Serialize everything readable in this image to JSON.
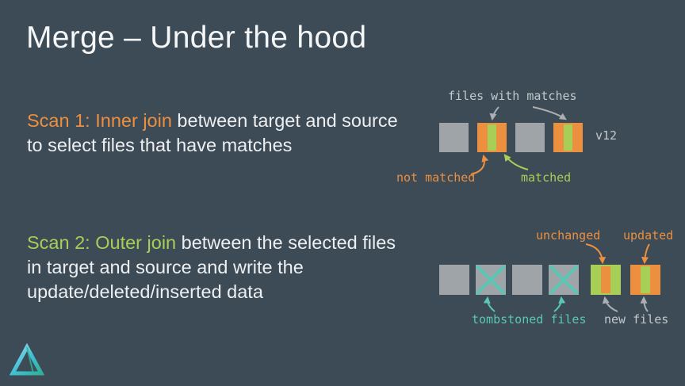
{
  "slide": {
    "title": "Merge – Under the hood"
  },
  "scan1": {
    "highlight": "Scan 1: Inner join",
    "rest": " between target and source to select files that have matches"
  },
  "scan2": {
    "highlight": "Scan 2: Outer join",
    "rest": " between the selected files in target and source and write the update/deleted/inserted data"
  },
  "diagram1": {
    "top_label": "files with matches",
    "version_label": "v12",
    "not_matched_label": "not matched",
    "matched_label": "matched",
    "boxes": [
      {
        "kind": "plain"
      },
      {
        "kind": "striped",
        "border": "orange",
        "stripes": [
          "orange",
          "green",
          "orange"
        ]
      },
      {
        "kind": "plain"
      },
      {
        "kind": "striped",
        "border": "orange",
        "stripes": [
          "orange",
          "green",
          "orange"
        ]
      }
    ]
  },
  "diagram2": {
    "unchanged_label": "unchanged",
    "updated_label": "updated",
    "tombstoned_label": "tombstoned files",
    "new_files_label": "new files",
    "boxes": [
      {
        "kind": "plain"
      },
      {
        "kind": "plain",
        "crossed": true
      },
      {
        "kind": "plain"
      },
      {
        "kind": "plain",
        "crossed": true
      },
      {
        "kind": "striped",
        "border": "green",
        "stripes": [
          "green",
          "orange",
          "green"
        ]
      },
      {
        "kind": "striped",
        "border": "orange",
        "stripes": [
          "orange",
          "green",
          "orange"
        ]
      }
    ]
  },
  "colors": {
    "background": "#3D4B57",
    "orange": "#EC8F3F",
    "green": "#A7CE56",
    "teal": "#5AC7B3",
    "gray_box": "#9EA4A8",
    "label_gray": "#C3C9CD",
    "text": "#EDEFF0"
  }
}
